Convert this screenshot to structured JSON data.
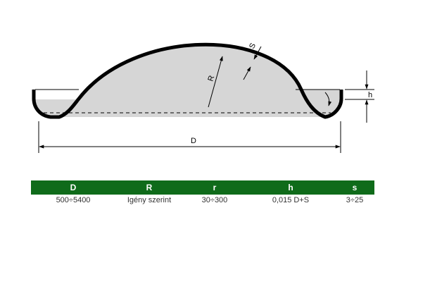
{
  "labels": {
    "D": "D",
    "R": "R",
    "S": "S",
    "h": "h"
  },
  "table": {
    "header_color": "#0f6b1a",
    "headers": [
      "D",
      "R",
      "r",
      "h",
      "s"
    ],
    "row": [
      "500÷5400",
      "Igény szerint",
      "30÷300",
      "0,015 D+S",
      "3÷25"
    ]
  }
}
